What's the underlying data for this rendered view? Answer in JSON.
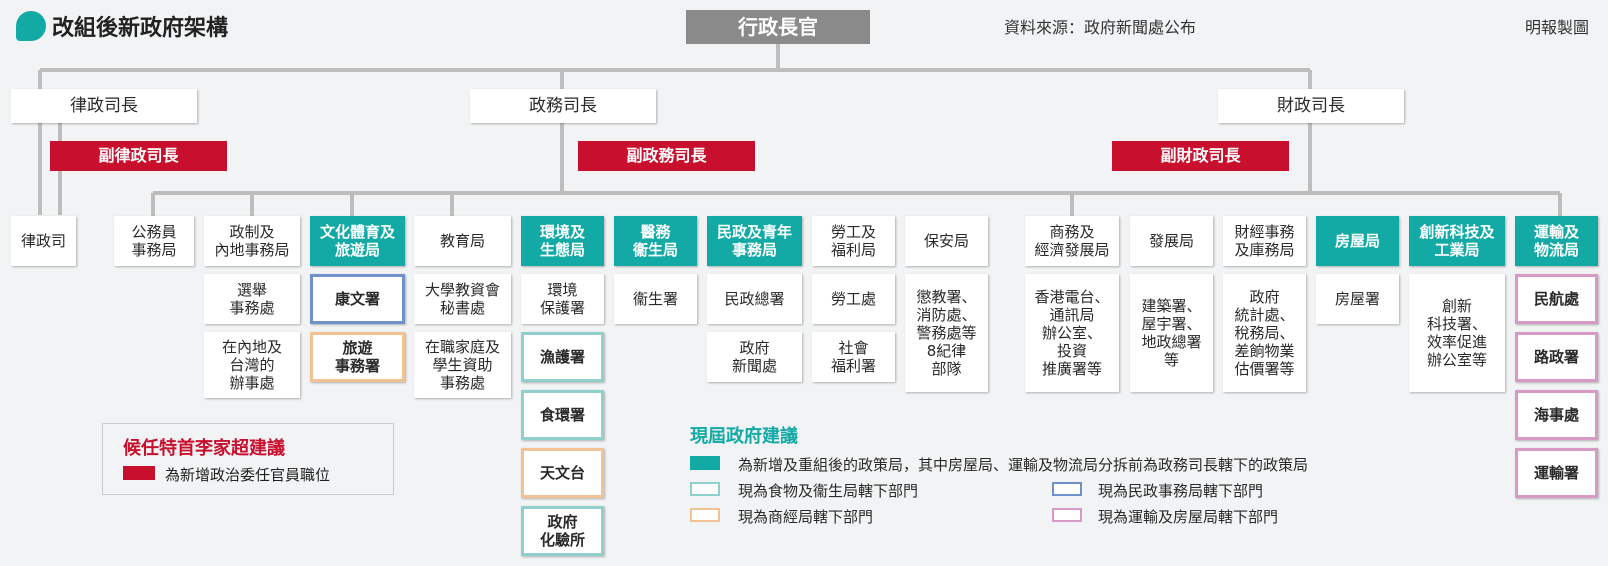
{
  "header": {
    "title": "改組後新政府架構",
    "source": "資料來源：政府新聞處公布",
    "credit": "明報製圖"
  },
  "org": {
    "chief": "行政長官",
    "secretaries": {
      "justice": "律政司長",
      "admin": "政務司長",
      "financial": "財政司長"
    },
    "deputies": {
      "justice": "副律政司長",
      "admin": "副政務司長",
      "financial": "副財政司長"
    },
    "justice_dept": "律政司",
    "admin_bureaus": [
      {
        "label": "公務員\n事務局",
        "departments": []
      },
      {
        "label": "政制及\n內地事務局",
        "departments": [
          "選舉\n事務處",
          "在內地及\n台灣的\n辦事處"
        ]
      },
      {
        "label": "文化體育及\n旅遊局",
        "departments": [
          "康文署",
          "旅遊\n事務署"
        ]
      },
      {
        "label": "教育局",
        "departments": [
          "大學教資會\n秘書處",
          "在職家庭及\n學生資助\n事務處"
        ]
      },
      {
        "label": "環境及\n生態局",
        "departments": [
          "環境\n保護署",
          "漁護署",
          "食環署",
          "天文台",
          "政府\n化驗所"
        ]
      },
      {
        "label": "醫務\n衞生局",
        "departments": [
          "衞生署"
        ]
      },
      {
        "label": "民政及青年\n事務局",
        "departments": [
          "民政總署",
          "政府\n新聞處"
        ]
      },
      {
        "label": "勞工及\n福利局",
        "departments": [
          "勞工處",
          "社會\n福利署"
        ]
      },
      {
        "label": "保安局",
        "departments": [
          "懲教署、\n消防處、\n警務處等\n8紀律\n部隊"
        ]
      }
    ],
    "financial_bureaus": [
      {
        "label": "商務及\n經濟發展局",
        "departments": [
          "香港電台、\n通訊局\n辦公室、\n投資\n推廣署等"
        ]
      },
      {
        "label": "發展局",
        "departments": [
          "建築署、\n屋宇署、\n地政總署\n等"
        ]
      },
      {
        "label": "財經事務\n及庫務局",
        "departments": [
          "政府\n統計處、\n稅務局、\n差餉物業\n估價署等"
        ]
      },
      {
        "label": "房屋局",
        "departments": [
          "房屋署"
        ]
      },
      {
        "label": "創新科技及\n工業局",
        "departments": [
          "創新\n科技署、\n效率促進\n辦公室等"
        ]
      },
      {
        "label": "運輸及\n物流局",
        "departments": [
          "民航處",
          "路政署",
          "海事處",
          "運輸署"
        ]
      }
    ]
  },
  "legend_candidate": {
    "title": "候任特首李家超建議",
    "items": [
      {
        "label": "為新增政治委任官員職位",
        "color": "#c8102e"
      }
    ]
  },
  "legend_current": {
    "title": "現屆政府建議",
    "items": [
      {
        "label": "為新增及重組後的政策局，其中房屋局、運輸及物流局分拆前為政務司長轄下的政策局",
        "color": "#13aaa6"
      },
      {
        "label": "現為食物及衞生局轄下部門",
        "color": "#8fd0cd"
      },
      {
        "label": "現為商經局轄下部門",
        "color": "#f0c294"
      },
      {
        "label": "現為民政事務局轄下部門",
        "color": "#6f90c8"
      },
      {
        "label": "現為運輸及房屋局轄下部門",
        "color": "#d79ac6"
      }
    ]
  },
  "colors": {
    "political_red": "#c8102e",
    "new_bureau_teal": "#13aaa6",
    "line_gray": "#bdbdbd",
    "background": "#f1f3f4"
  }
}
